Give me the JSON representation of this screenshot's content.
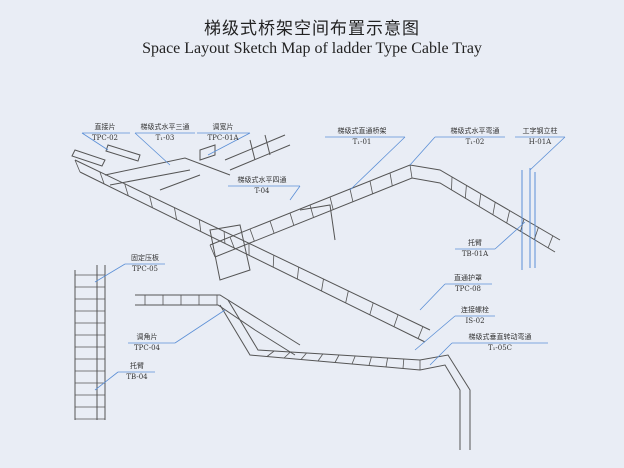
{
  "title_cn": "梯级式桥架空间布置示意图",
  "title_en": "Space Layout Sketch Map of ladder Type Cable Tray",
  "labels": [
    {
      "name": "直接片",
      "code": "TPC-02"
    },
    {
      "name": "梯级式水平三通",
      "code": "T₁-03"
    },
    {
      "name": "调宽片",
      "code": "TPC-01A"
    },
    {
      "name": "梯级式水平四通",
      "code": "T-04"
    },
    {
      "name": "梯级式直通桥架",
      "code": "T₁-01"
    },
    {
      "name": "梯级式水平弯通",
      "code": "T₁-02"
    },
    {
      "name": "工字钢立柱",
      "code": "H-01A"
    },
    {
      "name": "托臂",
      "code": "TB-01A"
    },
    {
      "name": "固定压板",
      "code": "TPC-05"
    },
    {
      "name": "调角片",
      "code": "TPC-04"
    },
    {
      "name": "托臂",
      "code": "TB-04"
    },
    {
      "name": "直通护罩",
      "code": "TPC-08"
    },
    {
      "name": "连接螺栓",
      "code": "IS-02"
    },
    {
      "name": "梯级式垂直转动弯通",
      "code": "T₁-05C"
    }
  ],
  "colors": {
    "background": "#e9edf5",
    "leader": "#5b8fd6",
    "drawing": "#555555"
  }
}
